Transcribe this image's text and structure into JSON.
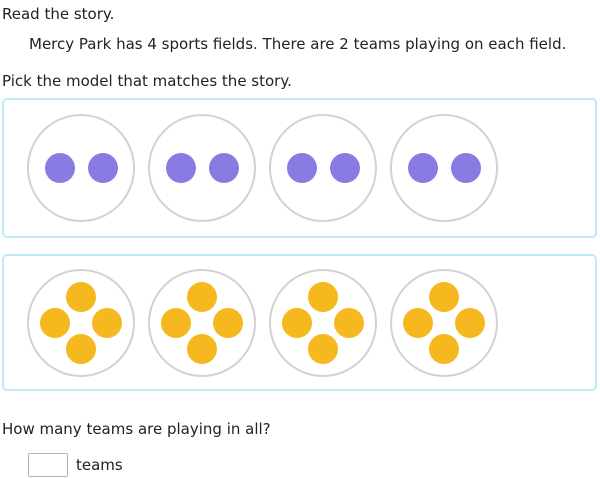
{
  "instructions": {
    "read_story": "Read the story.",
    "story": "Mercy Park has 4 sports fields. There are 2 teams playing on each field.",
    "pick_model": "Pick the model that matches the story."
  },
  "options": [
    {
      "id": "model-2-dots-per-group",
      "groups": 4,
      "dots_per_group": 2,
      "arrangement": "row",
      "dot_color": "#887CE3"
    },
    {
      "id": "model-4-dots-per-group",
      "groups": 4,
      "dots_per_group": 4,
      "arrangement": "diamond",
      "dot_color": "#F5B81E"
    }
  ],
  "question": {
    "text": "How many teams are playing in all?",
    "answer_value": "",
    "unit_label": "teams"
  },
  "colors": {
    "option_border": "#BFE9F6",
    "circle_border": "#D2D2D2",
    "text": "#222222"
  }
}
